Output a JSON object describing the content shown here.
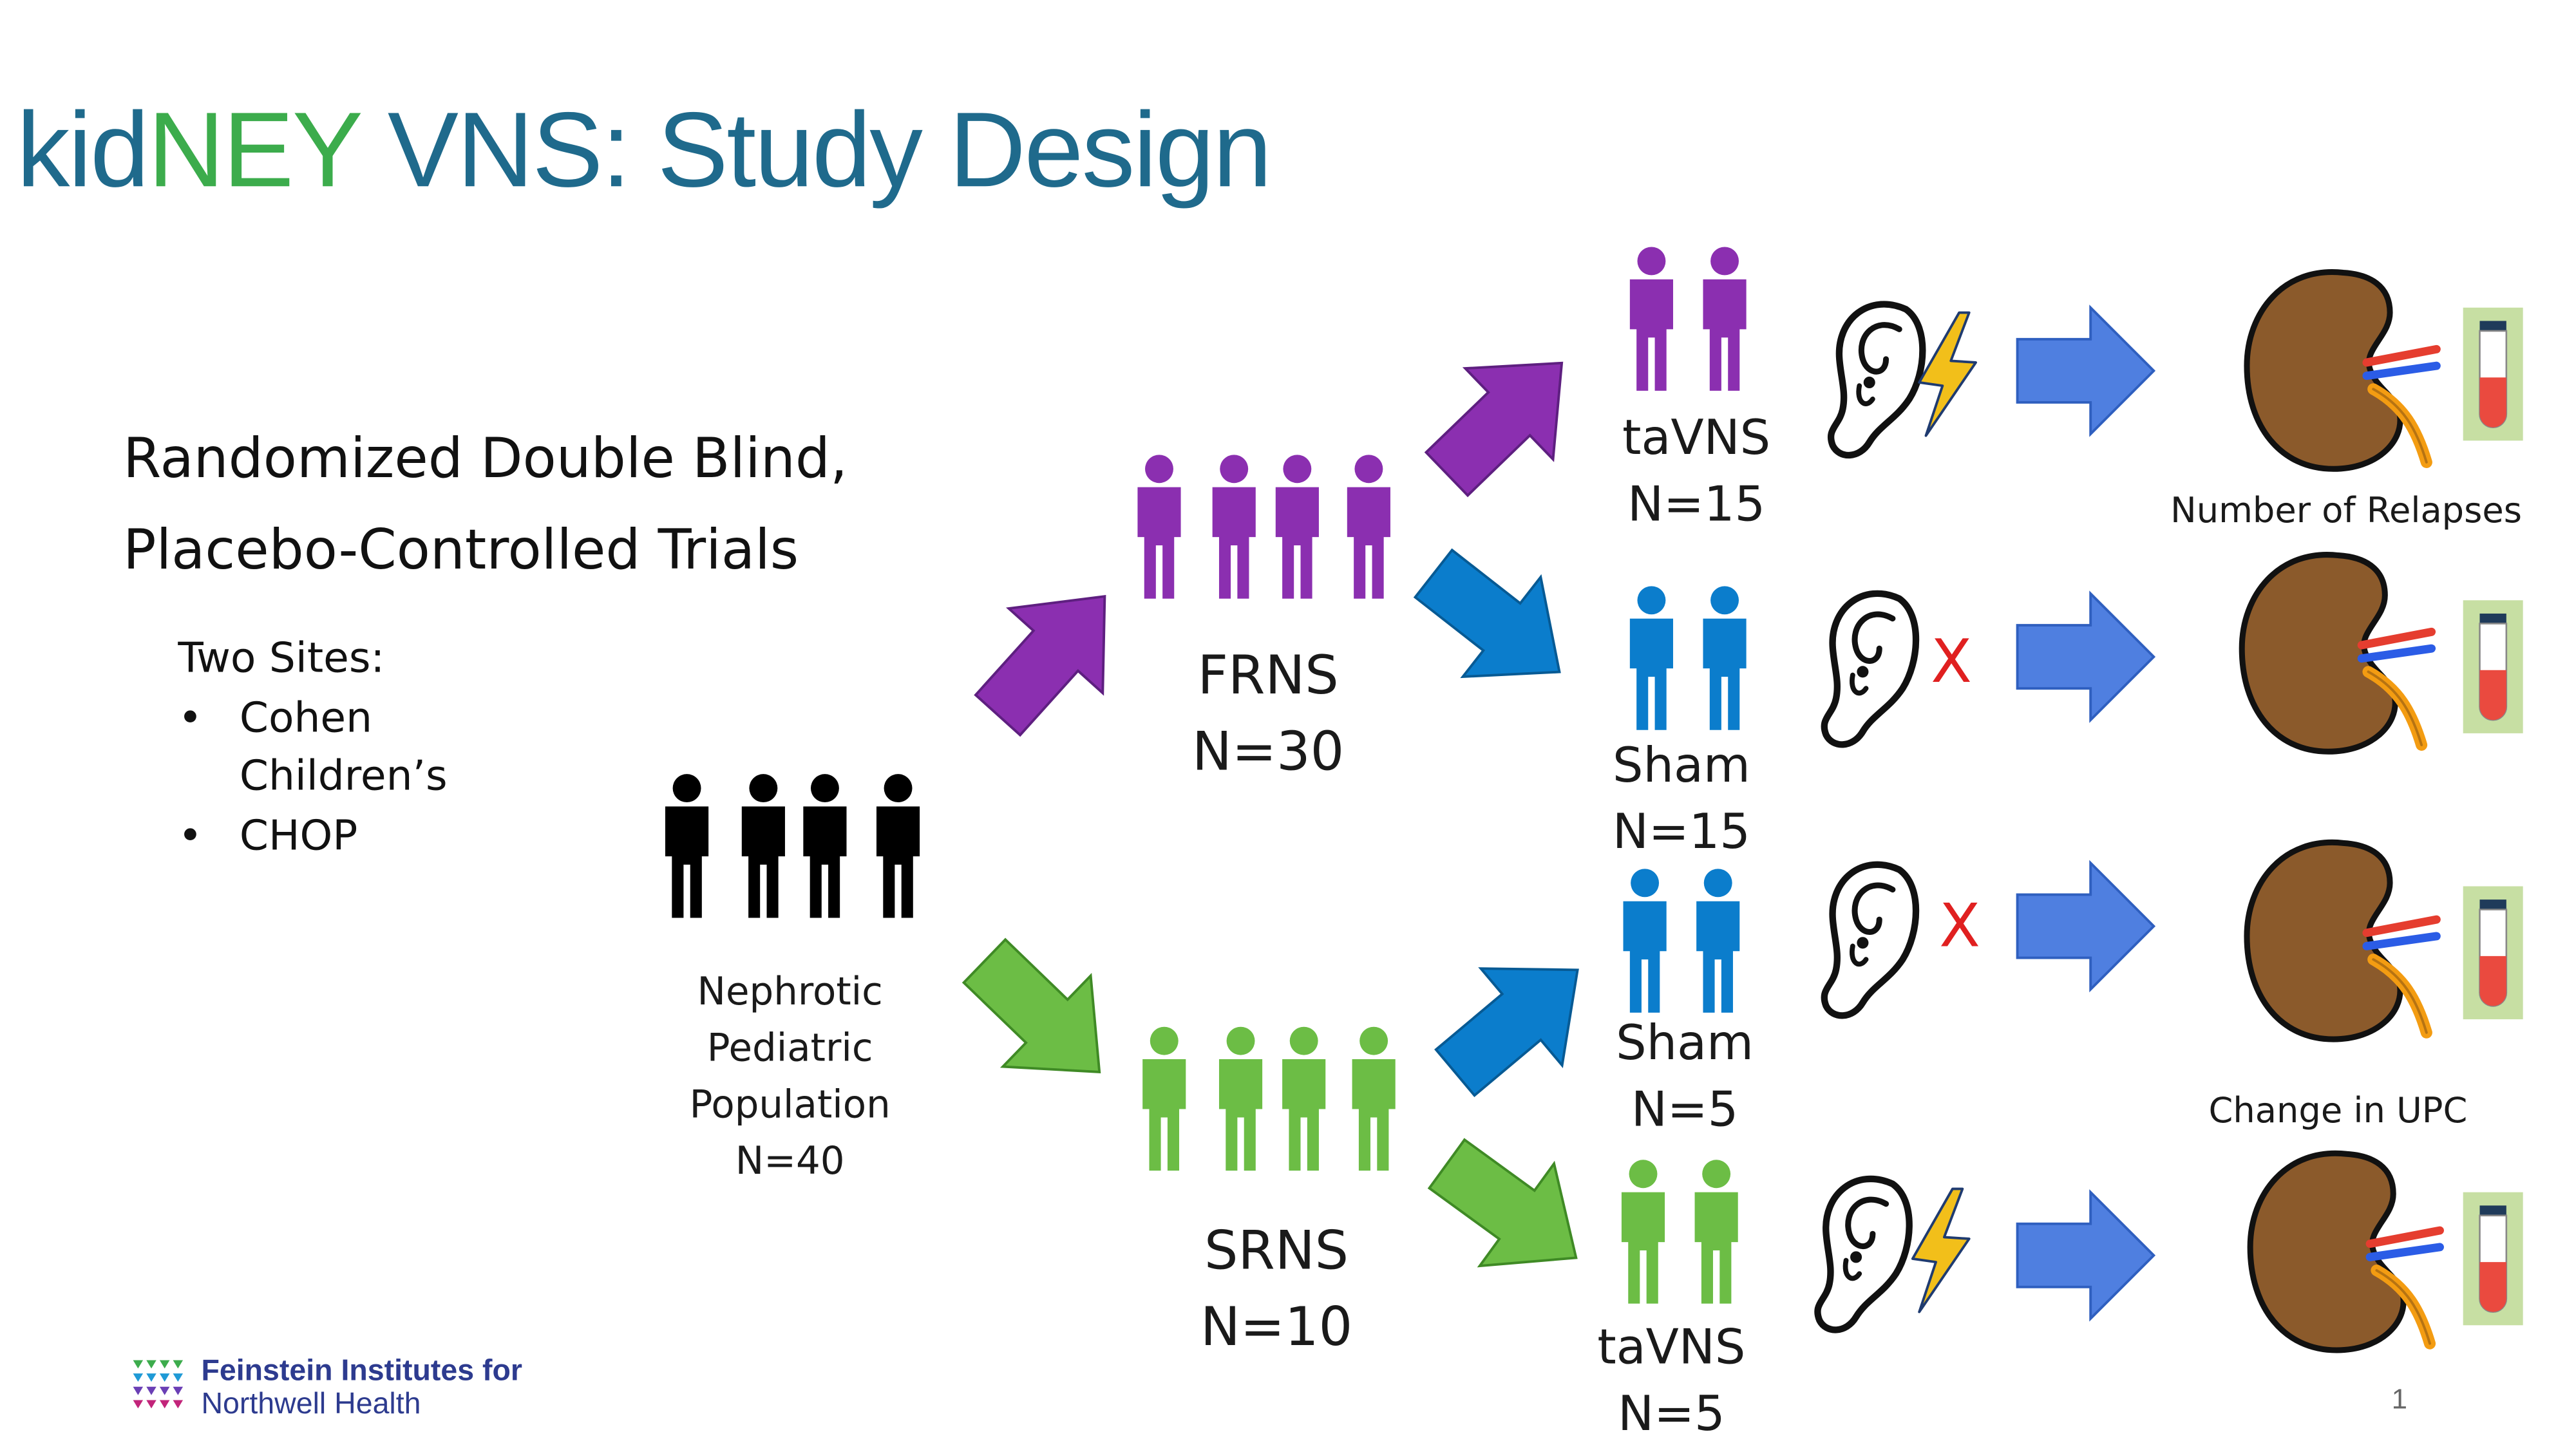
{
  "title": {
    "part1": "kid",
    "part2": "NEY",
    "part3": " VNS: Study Design"
  },
  "design": {
    "line1": "Randomized Double Blind,",
    "line2": "Placebo-Controlled Trials"
  },
  "sites": {
    "heading": "Two Sites:",
    "items": [
      "Cohen Children’s",
      "CHOP"
    ]
  },
  "population": {
    "line1": "Nephrotic",
    "line2": "Pediatric",
    "line3": "Population",
    "n": "N=40"
  },
  "frns": {
    "label": "FRNS",
    "n": "N=30"
  },
  "srns": {
    "label": "SRNS",
    "n": "N=10"
  },
  "arms": [
    {
      "label": "taVNS",
      "n": "N=15"
    },
    {
      "label": "Sham",
      "n": "N=15"
    },
    {
      "label": "Sham",
      "n": "N=5"
    },
    {
      "label": "taVNS",
      "n": "N=5"
    }
  ],
  "outcomes": {
    "top": "Number of Relapses",
    "bottom": "Change in UPC"
  },
  "sham_mark": "X",
  "footer": {
    "line1": "Feinstein Institutes for",
    "line2": "Northwell Health"
  },
  "page_number": "1",
  "colors": {
    "title_blue": "#1f6a8c",
    "title_green": "#3cac4c",
    "purple": "#8b2fb0",
    "blue": "#0b7dcc",
    "green": "#6cbd45",
    "black": "#000000",
    "arrow_blue": "#4f7fe0",
    "kidney": "#8b5a2b",
    "tube_bg": "#c7dfa3",
    "red_x": "#e02020",
    "bolt": "#f2bf1a"
  },
  "icons": [
    "person-icon",
    "ear-icon",
    "lightning-icon",
    "kidney-icon",
    "blood-tube-icon",
    "arrow-icon"
  ]
}
